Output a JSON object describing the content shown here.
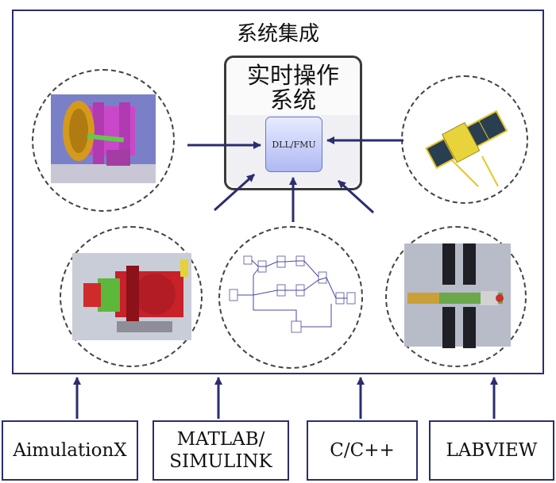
{
  "title": "系统集成",
  "rtos": {
    "title_line1": "实时操作",
    "title_line2": "系统",
    "module": "DLL/FMU"
  },
  "tools": [
    {
      "label": "AimulationX"
    },
    {
      "label_line1": "MATLAB/",
      "label_line2": "SIMULINK"
    },
    {
      "label": "C/C++"
    },
    {
      "label": "LABVIEW"
    }
  ],
  "model_nodes": [
    {
      "icon": "cylinder-component-icon"
    },
    {
      "icon": "satellite-icon"
    },
    {
      "icon": "engine-assembly-icon"
    },
    {
      "icon": "simulink-block-diagram-icon"
    },
    {
      "icon": "space-station-icon"
    }
  ],
  "colors": {
    "frame": "#2b2d6e",
    "arrow": "#2b2d6e",
    "dll_fill": "#aeb9f2",
    "dashed": "#444444"
  }
}
